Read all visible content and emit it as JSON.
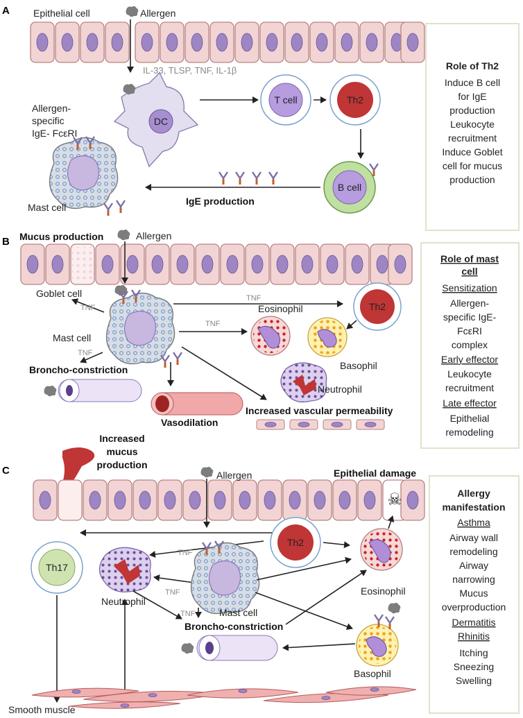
{
  "panels": {
    "a": "A",
    "b": "B",
    "c": "C"
  },
  "panel_a": {
    "epithelial_cell": "Epithelial cell",
    "allergen": "Allergen",
    "cytokines": "IL-33, TLSP, TNF, IL-1β",
    "dc": "DC",
    "t_cell": "T cell",
    "th2": "Th2",
    "b_cell": "B cell",
    "ige_label": [
      "Allergen-",
      "specific",
      "IgE- FcεRI"
    ],
    "mast_cell": "Mast cell",
    "ige_production": "IgE production",
    "box": {
      "title": "Role of Th2",
      "lines": [
        "Induce B cell",
        "for IgE",
        "production",
        "Leukocyte",
        "recruitment",
        "Induce Goblet",
        "cell for mucus",
        "production"
      ]
    }
  },
  "panel_b": {
    "mucus_production": "Mucus production",
    "allergen": "Allergen",
    "goblet_cell": "Goblet cell",
    "tnf": "TNF",
    "mast_cell": "Mast cell",
    "broncho_constriction": "Broncho-constriction",
    "eosinophil": "Eosinophil",
    "th2": "Th2",
    "basophil": "Basophil",
    "neutrophil": "Neutrophil",
    "vasodilation": "Vasodilation",
    "vascular_permeability": "Increased vascular permeability",
    "box": {
      "title": [
        "Role of mast",
        "cell"
      ],
      "sensitization": "Sensitization",
      "sensitization_lines": [
        "Allergen-",
        "specific IgE-",
        "FcεRI",
        "complex"
      ],
      "early": "Early effector",
      "early_lines": [
        "Leukocyte",
        "recruitment"
      ],
      "late": "Late effector",
      "late_lines": [
        "Epithelial",
        "remodeling"
      ]
    }
  },
  "panel_c": {
    "increased_mucus": [
      "Increased",
      "mucus",
      "production"
    ],
    "allergen": "Allergen",
    "epithelial_damage": "Epithelial damage",
    "th2": "Th2",
    "tnf": "TNF",
    "th17": "Th17",
    "neutrophil": "Neutrophil",
    "mast_cell": "Mast cell",
    "eosinophil": "Eosinophil",
    "basophil": "Basophil",
    "broncho_constriction": "Broncho-constriction",
    "smooth_muscle": "Smooth muscle",
    "box": {
      "title": [
        "Allergy",
        "manifestation"
      ],
      "asthma": "Asthma",
      "asthma_lines": [
        "Airway wall",
        "remodeling",
        "Airway",
        "narrowing",
        "Mucus",
        "overproduction"
      ],
      "dermatitis": "Dermatitis",
      "rhinitis": "Rhinitis",
      "rhinitis_lines": [
        "Itching",
        "Sneezing",
        "Swelling"
      ]
    }
  }
}
